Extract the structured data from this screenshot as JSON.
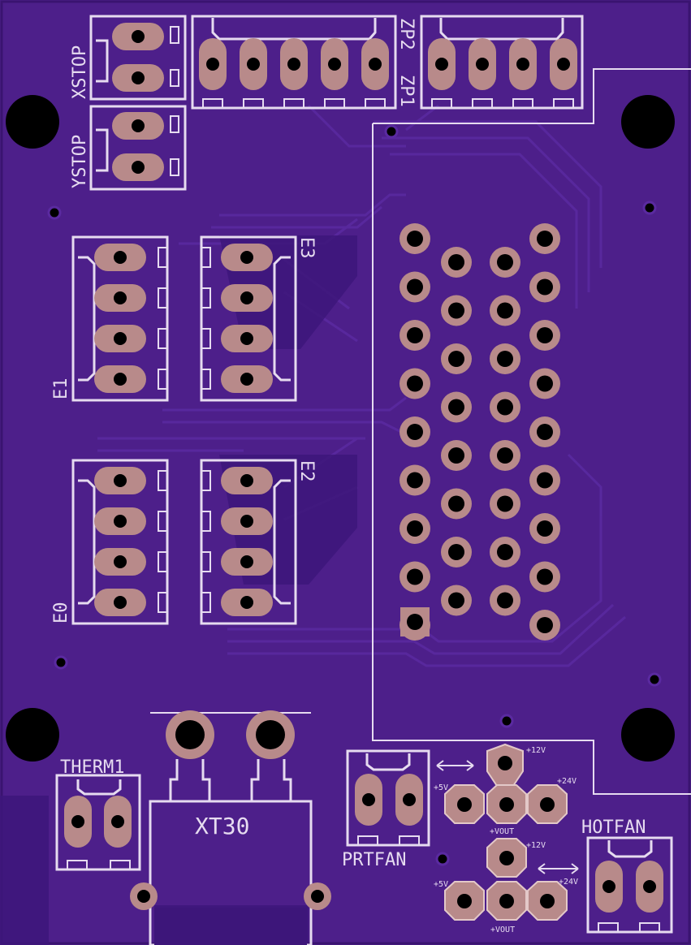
{
  "board": {
    "colors": {
      "substrate": "#4d1f8a",
      "copper_pour": "#3d167a",
      "trace": "#5a2aa0",
      "pad": "#b88a8a",
      "pad_stroke": "#e3c8c8",
      "silkscreen": "#e6dbf0",
      "hole": "#000000"
    }
  },
  "labels": {
    "xstop": "XSTOP",
    "ystop": "YSTOP",
    "zp2": "ZP2",
    "zp1": "ZP1",
    "e3": "E3",
    "e1": "E1",
    "e2": "E2",
    "e0": "E0",
    "therm1": "THERM1",
    "xt30": "XT30",
    "prtfan": "PRTFAN",
    "hotfan": "HOTFAN",
    "v12": "+12V",
    "v24": "+24V",
    "v5": "+5V",
    "vout": "+VOUT"
  }
}
